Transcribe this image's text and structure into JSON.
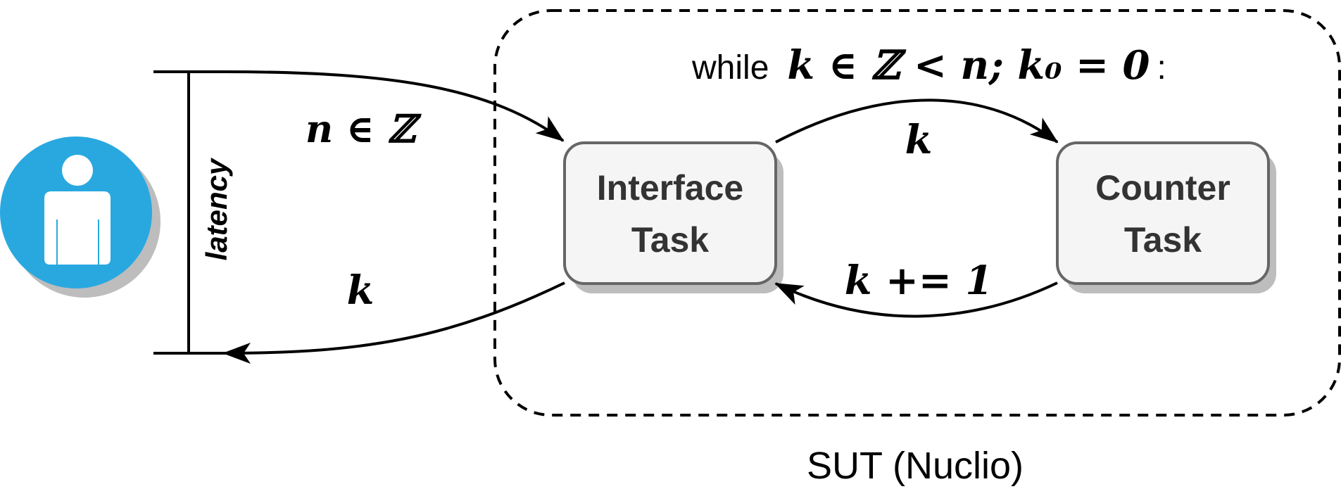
{
  "title": "",
  "nodes": {
    "user": {
      "icon": "person-icon"
    },
    "interface_task": {
      "line1": "Interface",
      "line2": "Task"
    },
    "counter_task": {
      "line1": "Counter",
      "line2": "Task"
    }
  },
  "labels": {
    "latency": "latency",
    "input": "n ∈ ℤ",
    "output": "k",
    "loop_keyword": "while",
    "loop_condition": "k ∈ ℤ < n; k₀ = 0",
    "loop_colon": ":",
    "forward_edge": "k",
    "back_edge": "k += 1",
    "boundary": "SUT (Nuclio)"
  },
  "colors": {
    "user_circle": "#29A8E0",
    "user_shadow": "#BDBDBD",
    "box_fill": "#F5F5F5",
    "box_stroke": "#666666",
    "box_shadow": "#BDBDBD",
    "line": "#000000",
    "text": "#333333"
  }
}
